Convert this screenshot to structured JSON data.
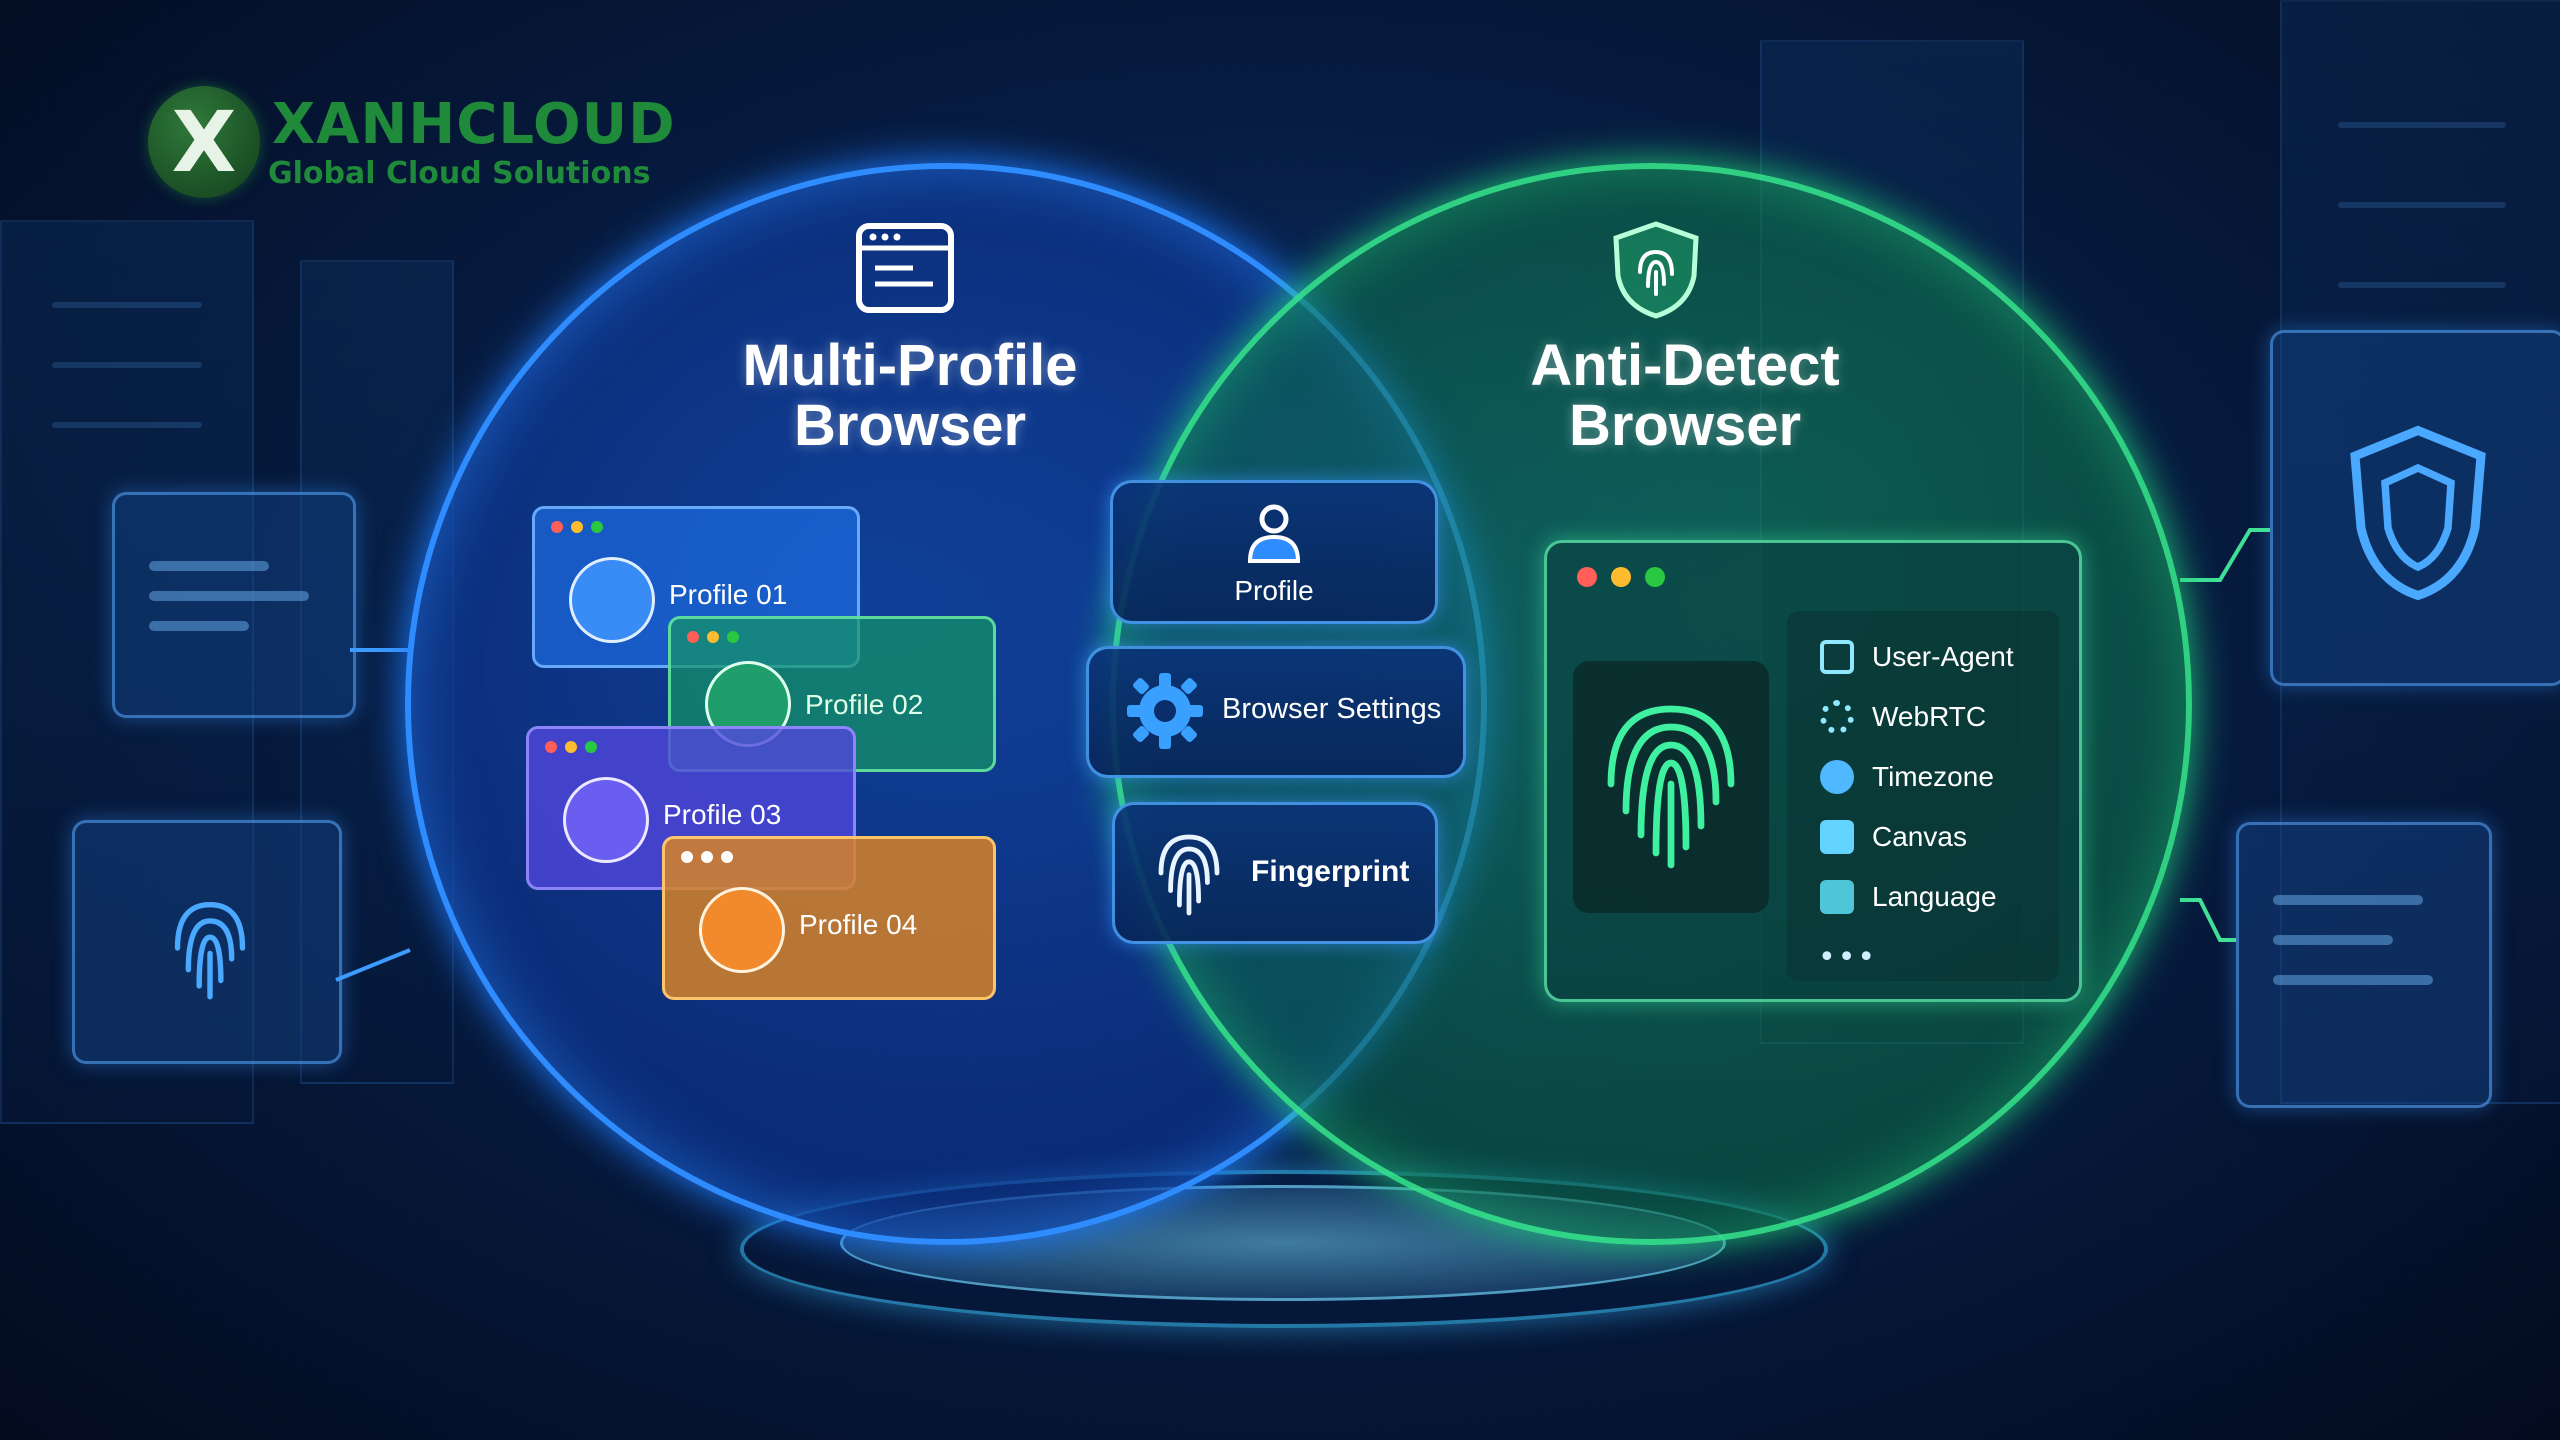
{
  "brand": {
    "logo_letter": "X",
    "name": "XANHCLOUD",
    "tagline": "Global Cloud Solutions"
  },
  "left_circle": {
    "icon": "browser-window-icon",
    "title_line1": "Multi-Profile",
    "title_line2": "Browser",
    "profiles": [
      {
        "label": "Profile 01",
        "color": "#2f7df0"
      },
      {
        "label": "Profile 02",
        "color": "#1e9e6a"
      },
      {
        "label": "Profile 03",
        "color": "#5a4fe0"
      },
      {
        "label": "Profile 04",
        "color": "#e38a2a"
      }
    ]
  },
  "overlap": {
    "items": [
      {
        "label": "Profile",
        "icon": "user-icon"
      },
      {
        "label": "Browser Settings",
        "icon": "gear-icon"
      },
      {
        "label": "Fingerprint",
        "icon": "fingerprint-icon"
      }
    ]
  },
  "right_circle": {
    "icon": "shield-fingerprint-icon",
    "title_line1": "Anti-Detect",
    "title_line2": "Browser",
    "features": [
      {
        "label": "User-Agent",
        "icon": "window-icon"
      },
      {
        "label": "WebRTC",
        "icon": "gear-icon"
      },
      {
        "label": "Timezone",
        "icon": "clock-icon"
      },
      {
        "label": "Canvas",
        "icon": "canvas-icon"
      },
      {
        "label": "Language",
        "icon": "language-icon"
      }
    ],
    "more": "•••"
  },
  "colors": {
    "blue": "#2f8cff",
    "green": "#34e089",
    "brand_green": "#1f8a3a"
  }
}
